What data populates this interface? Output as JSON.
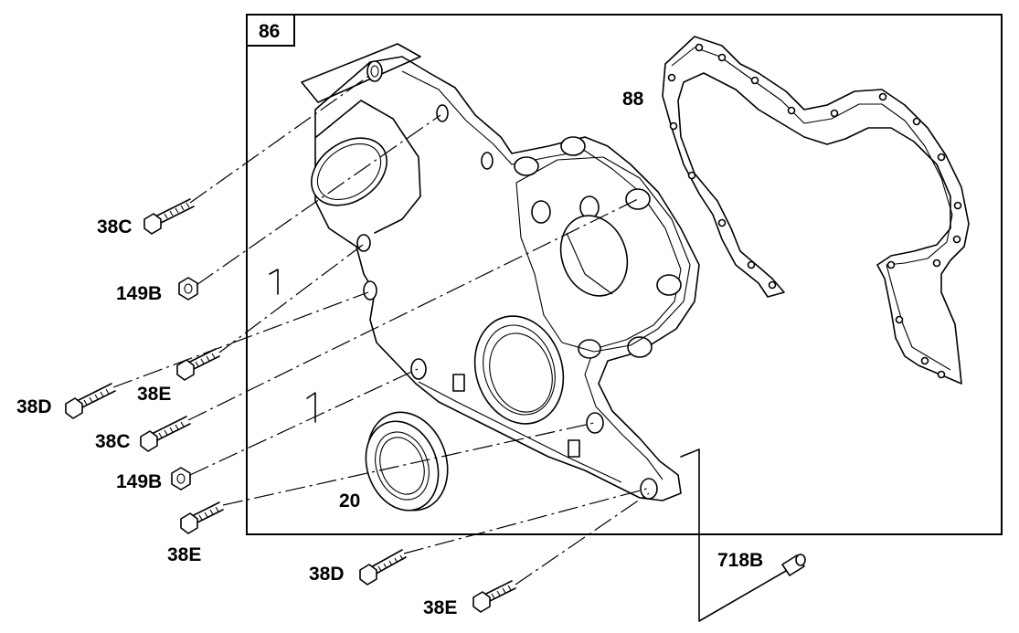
{
  "frame_label": "86",
  "labels": {
    "gasket": "88",
    "seal": "20",
    "bolt_38c_top": "38C",
    "nut_149b_top": "149B",
    "bolt_38d_left": "38D",
    "bolt_38e_mid": "38E",
    "bolt_38c_low": "38C",
    "nut_149b_low": "149B",
    "bolt_38e_left": "38E",
    "bolt_38d_bottom": "38D",
    "bolt_38e_bottom": "38E",
    "dowel_718b": "718B"
  }
}
